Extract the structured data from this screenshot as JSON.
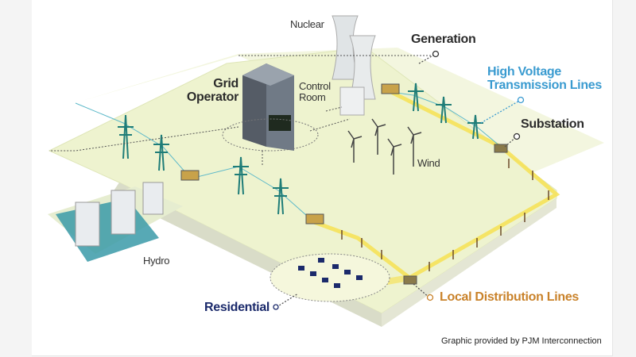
{
  "labels": {
    "nuclear": "Nuclear",
    "generation": "Generation",
    "grid_operator": "Grid Operator",
    "control_room": "Control Room",
    "high_voltage": "High Voltage Transmission Lines",
    "substation": "Substation",
    "wind": "Wind",
    "hydro": "Hydro",
    "residential": "Residential",
    "local_distribution": "Local Distribution Lines"
  },
  "credit": "Graphic provided by PJM Interconnection",
  "colors": {
    "ground": "#eef3cf",
    "tower": "#1f7d78",
    "distribution": "#f6e04a",
    "water": "#3a9aa8",
    "blue_label": "#3a9bd0",
    "navy_label": "#1b2a6b",
    "orange_label": "#c9822a"
  }
}
